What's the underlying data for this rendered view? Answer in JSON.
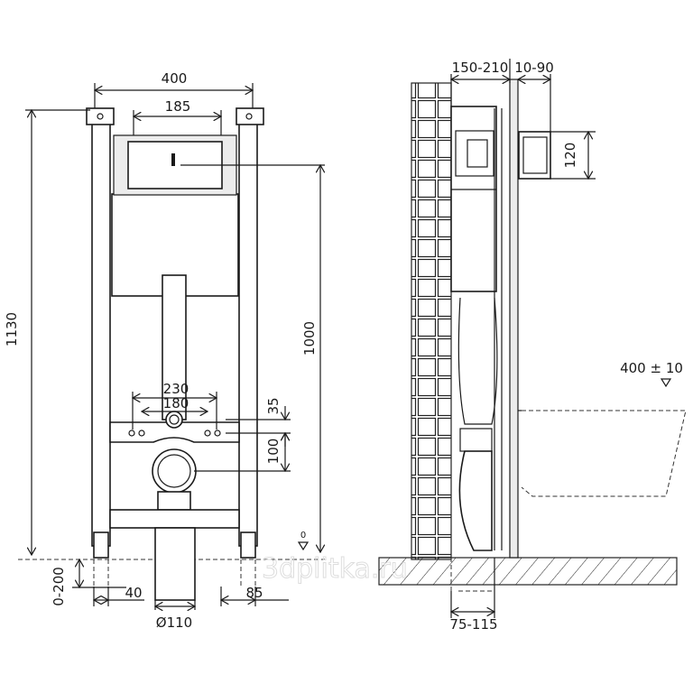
{
  "front_view": {
    "width_total": "400",
    "flush_plate_width": "185",
    "height_total": "1130",
    "inlet_height": "1000",
    "bolt_spacing_outer": "230",
    "bolt_spacing_inner": "180",
    "bolt_offset": "35",
    "outlet_offset": "100",
    "floor_level": "0",
    "foot_adjust": "0-200",
    "foot_width": "40",
    "foot_depth": "85",
    "drain_diameter": "Ø110"
  },
  "side_view": {
    "wall_depth": "150-210",
    "panel_gap": "10-90",
    "inlet_size": "120",
    "seat_height": "400 ± 10",
    "drain_offset": "75-115"
  },
  "watermark": "3dplitka.ru"
}
